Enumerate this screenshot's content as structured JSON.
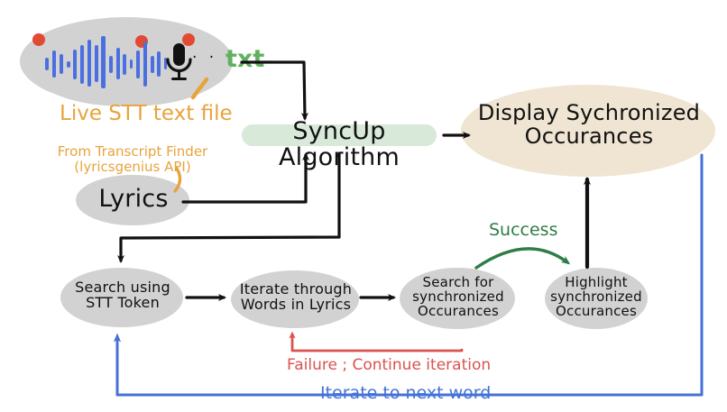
{
  "diagram": {
    "title": "SyncUp Algorithm flow diagram",
    "colors": {
      "ellipse_gray": "#d0d0d0",
      "ellipse_cream": "#efe5d2",
      "highlight_green": "#d8e8d9",
      "orange": "#e8a33d",
      "green": "#2f7d46",
      "red": "#d9534f",
      "blue": "#4472d8",
      "waveform_blue": "#4a6fe0",
      "dot_red": "#e24a33",
      "txt_green": "#5fb15f",
      "ink_black": "#111111"
    },
    "nodes": {
      "audio_source": {
        "label": "",
        "caption": "Live STT text file",
        "txt_glyph": "txt",
        "ellipsis": "· · ·",
        "mic_icon": "microphone-icon",
        "waveform_icon": "audio-waveform-icon",
        "record_dots": 3
      },
      "lyrics": {
        "label": "Lyrics",
        "caption": "From Transcript Finder\n(lyricsgenius API)"
      },
      "syncup": {
        "label": "SyncUp Algorithm"
      },
      "display": {
        "label": "Display Sychronized\nOccurances"
      },
      "search_stt": {
        "label": "Search using\nSTT Token"
      },
      "iterate_words": {
        "label": "Iterate through\nWords in Lyrics"
      },
      "search_sync": {
        "label": "Search for\nsynchronized\nOccurances"
      },
      "highlight_sync": {
        "label": "Highlight\nsynchronized\nOccurances"
      }
    },
    "annotations": {
      "success": "Success",
      "failure": "Failure ; Continue iteration",
      "iterate_next": "Iterate to next word"
    }
  }
}
